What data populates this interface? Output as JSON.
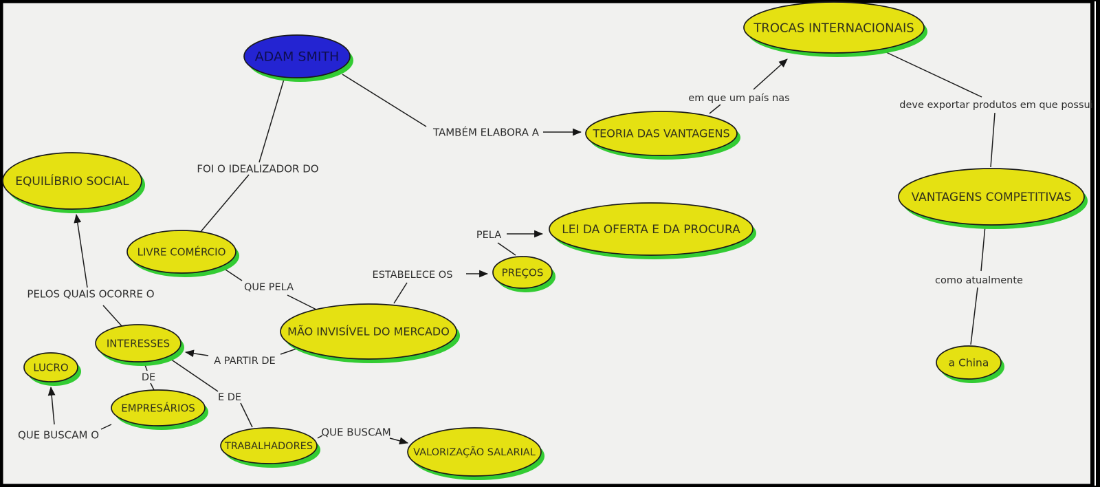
{
  "nodes": {
    "adam_smith": "ADAM SMITH",
    "trocas_internacionais": "TROCAS INTERNACIONAIS",
    "teoria_das_vantagens": "TEORIA DAS VANTAGENS",
    "equilibrio_social": "EQUILÍBRIO SOCIAL",
    "vantagens_competitivas": "VANTAGENS COMPETITIVAS",
    "livre_comercio": "LIVRE COMÉRCIO",
    "lei_da_oferta_e_da_procura": "LEI DA OFERTA E DA PROCURA",
    "precos": "PREÇOS",
    "mao_invisivel_do_mercado": "MÃO INVISÍVEL DO MERCADO",
    "interesses": "INTERESSES",
    "lucro": "LUCRO",
    "empresarios": "EMPRESÁRIOS",
    "trabalhadores": "TRABALHADORES",
    "valorizacao_salarial": "VALORIZAÇÃO SALARIAL",
    "a_china": "a China"
  },
  "edge_labels": {
    "foi_o_idealizador_do": "FOI O IDEALIZADOR DO",
    "tambem_elabora_a": "TAMBÉM ELABORA A",
    "em_que_um_pais_nas": "em que um país nas",
    "deve_exportar_produtos_em_que_possui": "deve exportar produtos em que possui",
    "como_atualmente": "como atualmente",
    "que_pela": "QUE PELA",
    "estabelece_os": "ESTABELECE OS",
    "pela": "PELA",
    "pelos_quais_ocorre_o": "PELOS QUAIS OCORRE O",
    "a_partir_de": "A PARTIR DE",
    "de": "DE",
    "e_de": "E DE",
    "que_buscam_o": "QUE BUSCAM O",
    "que_buscam": "QUE BUSCAM"
  },
  "colors": {
    "background": "#f1f1ef",
    "frame": "#000000",
    "node_fill": "#e5e112",
    "root_node_fill": "#2424d2",
    "node_shadow": "#33cc33",
    "node_border": "#1a1a1a",
    "line": "#1c1c1c"
  }
}
